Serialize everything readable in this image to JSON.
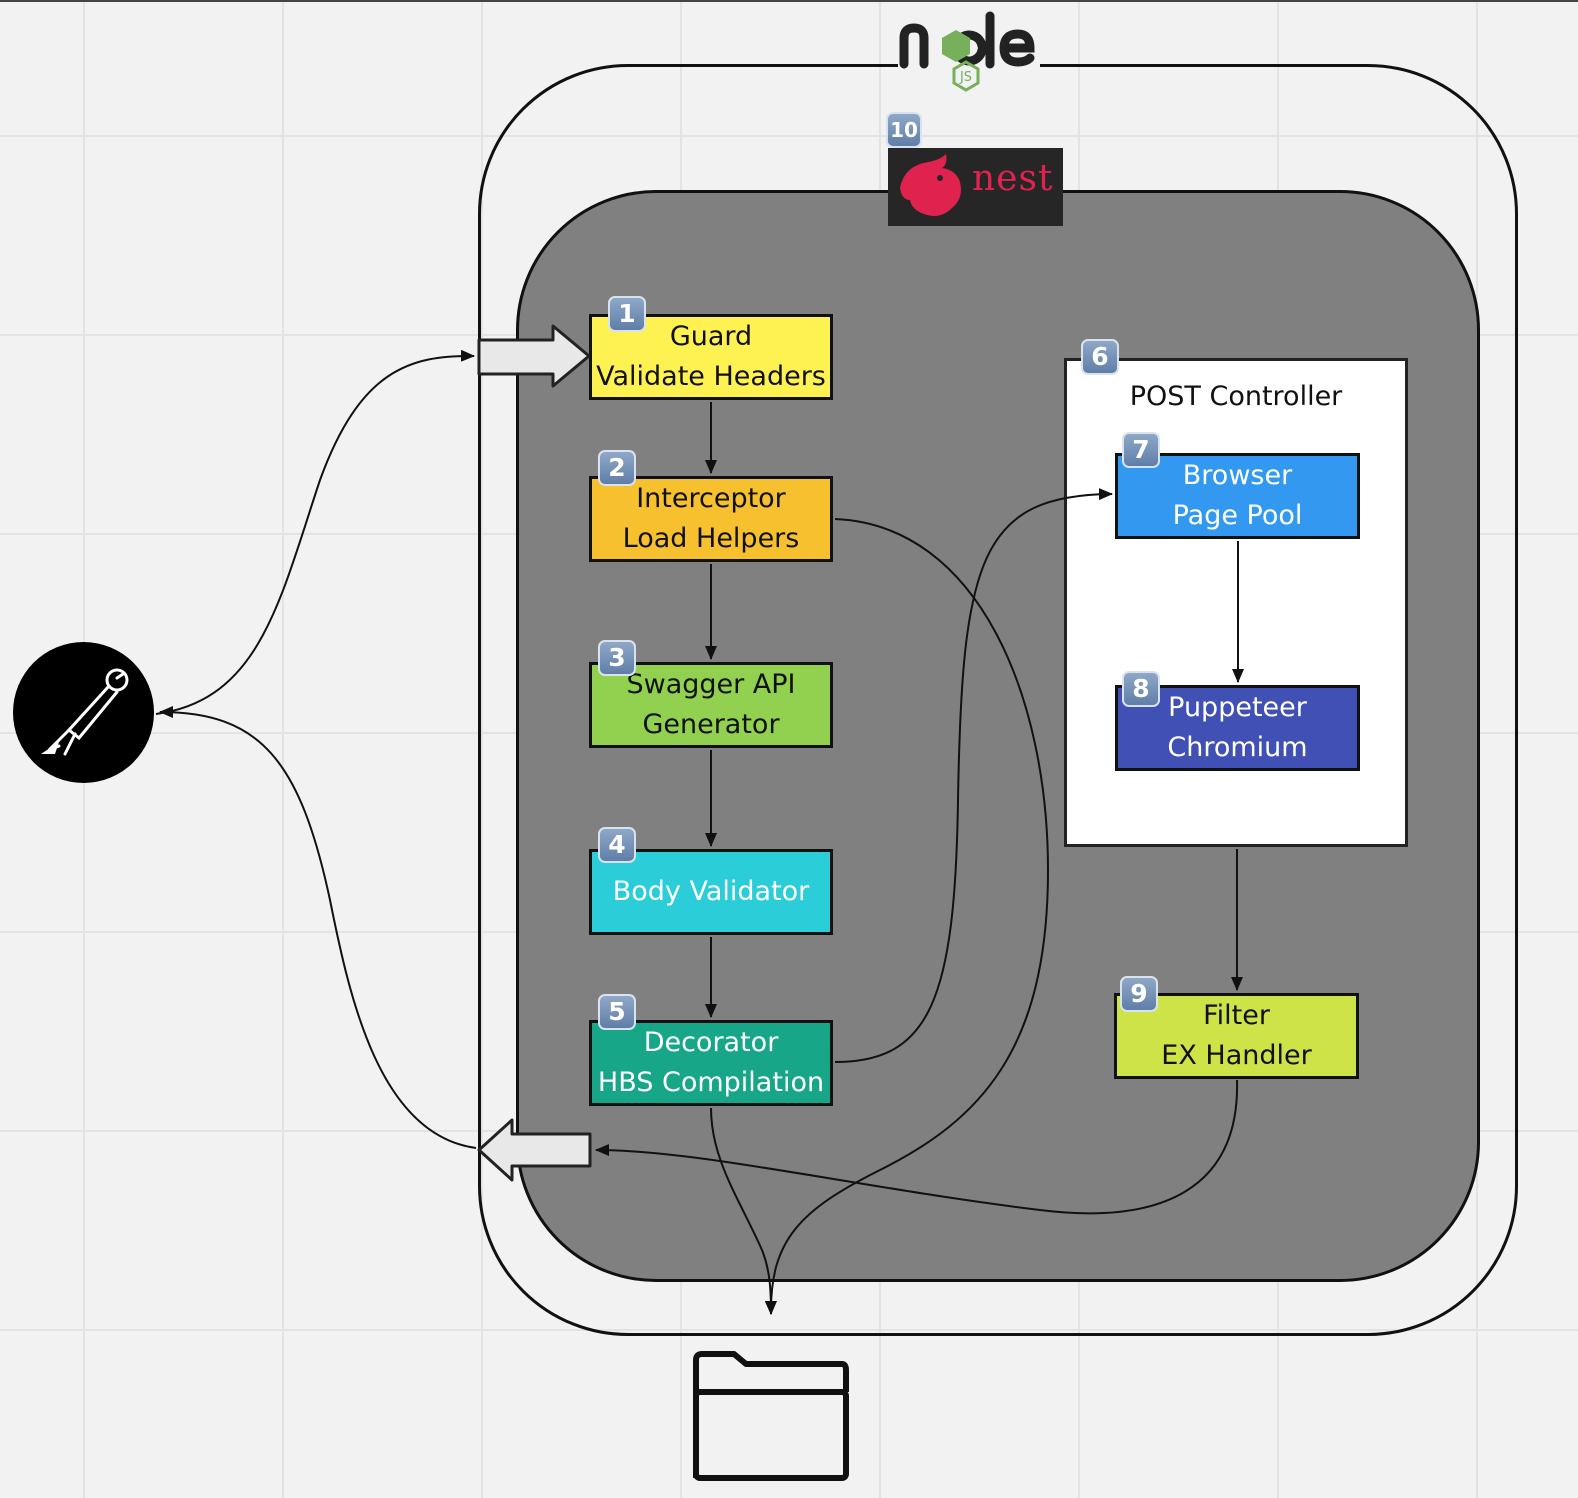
{
  "logos": {
    "node": "node",
    "node_js": "JS",
    "nest": "nest"
  },
  "controller": {
    "badge": "6",
    "title": "POST Controller"
  },
  "boxes": {
    "guard": {
      "badge": "1",
      "line1": "Guard",
      "line2": "Validate Headers"
    },
    "interceptor": {
      "badge": "2",
      "line1": "Interceptor",
      "line2": "Load Helpers"
    },
    "swagger": {
      "badge": "3",
      "line1": "Swagger API",
      "line2": "Generator"
    },
    "body": {
      "badge": "4",
      "line1": "Body Validator"
    },
    "decorator": {
      "badge": "5",
      "line1": "Decorator",
      "line2": "HBS Compilation"
    },
    "browser": {
      "badge": "7",
      "line1": "Browser",
      "line2": "Page Pool"
    },
    "puppeteer": {
      "badge": "8",
      "line1": "Puppeteer",
      "line2": "Chromium"
    },
    "filter": {
      "badge": "9",
      "line1": "Filter",
      "line2": "EX Handler"
    }
  },
  "nest_badge": "10",
  "colors": {
    "guard": "#fef152",
    "interceptor": "#f6c02f",
    "swagger": "#92d050",
    "body": "#2bcdd8",
    "decorator": "#18a689",
    "browser": "#3399f0",
    "puppeteer": "#4050b5",
    "filter": "#cee348",
    "inner": "#808080",
    "nest_red": "#e0234e"
  },
  "icons": [
    "node-js-logo",
    "nest-logo",
    "postman-icon",
    "folder-icon"
  ]
}
